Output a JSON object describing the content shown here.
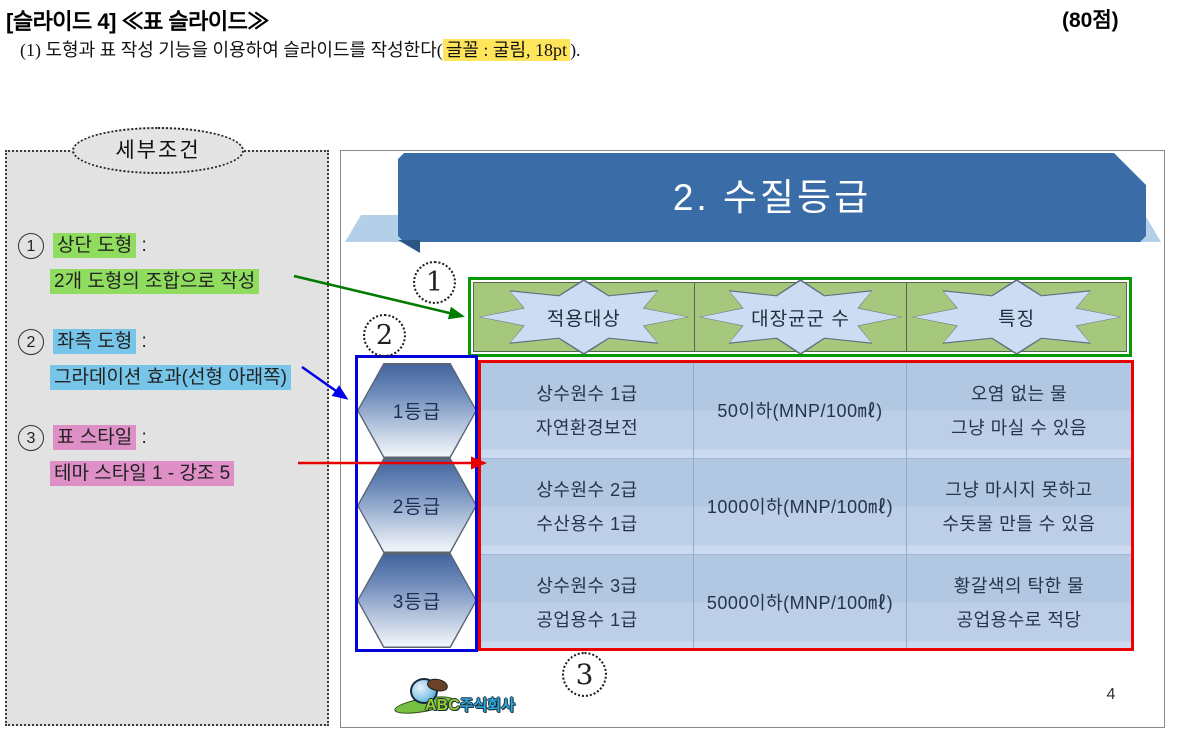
{
  "header": {
    "title": "[슬라이드 4] ≪표 슬라이드≫",
    "score": "(80점)",
    "instruction_prefix": "(1) 도형과 표 작성 기능을 이용하여 슬라이드를 작성한다(",
    "instruction_highlight": "글꼴 : 굴림, 18pt",
    "instruction_suffix": ")."
  },
  "conditions": {
    "label": "세부조건",
    "items": [
      {
        "num": "1",
        "title": "상단 도형",
        "suffix": " :",
        "detail": "2개 도형의 조합으로 작성"
      },
      {
        "num": "2",
        "title": "좌측 도형",
        "suffix": " :",
        "detail": "그라데이션 효과(선형 아래쪽)"
      },
      {
        "num": "3",
        "title": "표 스타일",
        "suffix": " :",
        "detail": "테마 스타일 1 - 강조 5"
      }
    ]
  },
  "slide": {
    "title": "2. 수질등급",
    "callouts": {
      "one": "1",
      "two": "2",
      "three": "3"
    },
    "grades": [
      "1등급",
      "2등급",
      "3등급"
    ],
    "table": {
      "headers": [
        "적용대상",
        "대장균군 수",
        "특징"
      ],
      "rows": [
        {
          "col1": [
            "상수원수 1급",
            "자연환경보전"
          ],
          "col2": "50이하(MNP/100㎖)",
          "col3": [
            "오염 없는 물",
            "그냥 마실 수 있음"
          ]
        },
        {
          "col1": [
            "상수원수 2급",
            "수산용수 1급"
          ],
          "col2": "1000이하(MNP/100㎖)",
          "col3": [
            "그냥 마시지 못하고",
            "수돗물 만들 수 있음"
          ]
        },
        {
          "col1": [
            "상수원수 3급",
            "공업용수 1급"
          ],
          "col2": "5000이하(MNP/100㎖)",
          "col3": [
            "황갈색의 탁한 물",
            "공업용수로 적당"
          ]
        }
      ]
    },
    "logo": {
      "abc": "ABC",
      "company": "주식회사"
    },
    "page_number": "4"
  },
  "colors": {
    "green_highlight": "#8FDC5F",
    "blue_highlight": "#77C5E9",
    "pink_highlight": "#DD8FC6",
    "yellow_highlight": "#FFE55C",
    "banner_blue": "#3A6CA7",
    "band_blue": "#B4D0E9",
    "header_green": "#A6C87D",
    "table_blue": "#B7CBE4",
    "annotation_green": "#089908",
    "annotation_blue": "#0202DD",
    "annotation_red": "#E80202"
  }
}
